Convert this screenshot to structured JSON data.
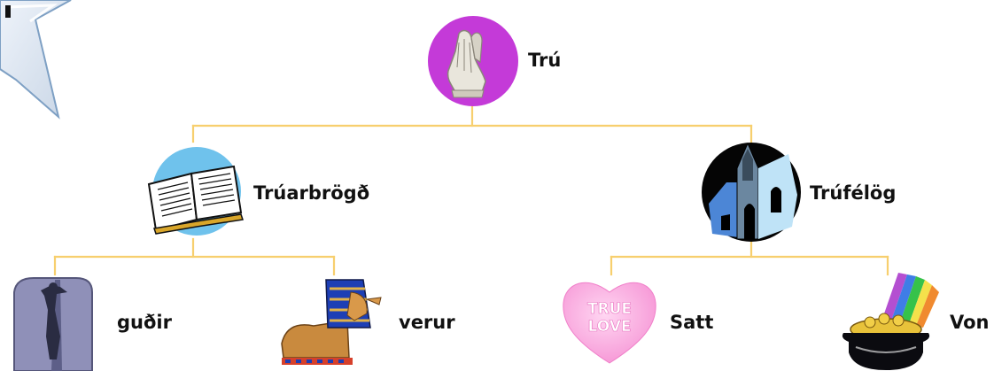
{
  "colors": {
    "connector": "#f7cf6e",
    "root_circle": "#c43ad8",
    "church_circle": "#050505",
    "bible_circle": "#6fc2ec",
    "candy_heart": "#f6a6dc",
    "pot": "#0b0b10"
  },
  "nodes": {
    "root": {
      "label": "Trú",
      "icon": "praying-hands-icon"
    },
    "left": {
      "label": "Trúarbrögð",
      "icon": "open-bible-icon"
    },
    "right": {
      "label": "Trúfélög",
      "icon": "church-icon"
    },
    "ll": {
      "label": "guðir",
      "icon": "crucifix-icon"
    },
    "lr": {
      "label": "verur",
      "icon": "sphinx-icon"
    },
    "rl": {
      "label": "Satt",
      "icon": "candy-heart-icon",
      "heart_text_1": "TRUE",
      "heart_text_2": "LOVE"
    },
    "rr": {
      "label": "Von",
      "icon": "pot-of-gold-rainbow-icon"
    }
  }
}
